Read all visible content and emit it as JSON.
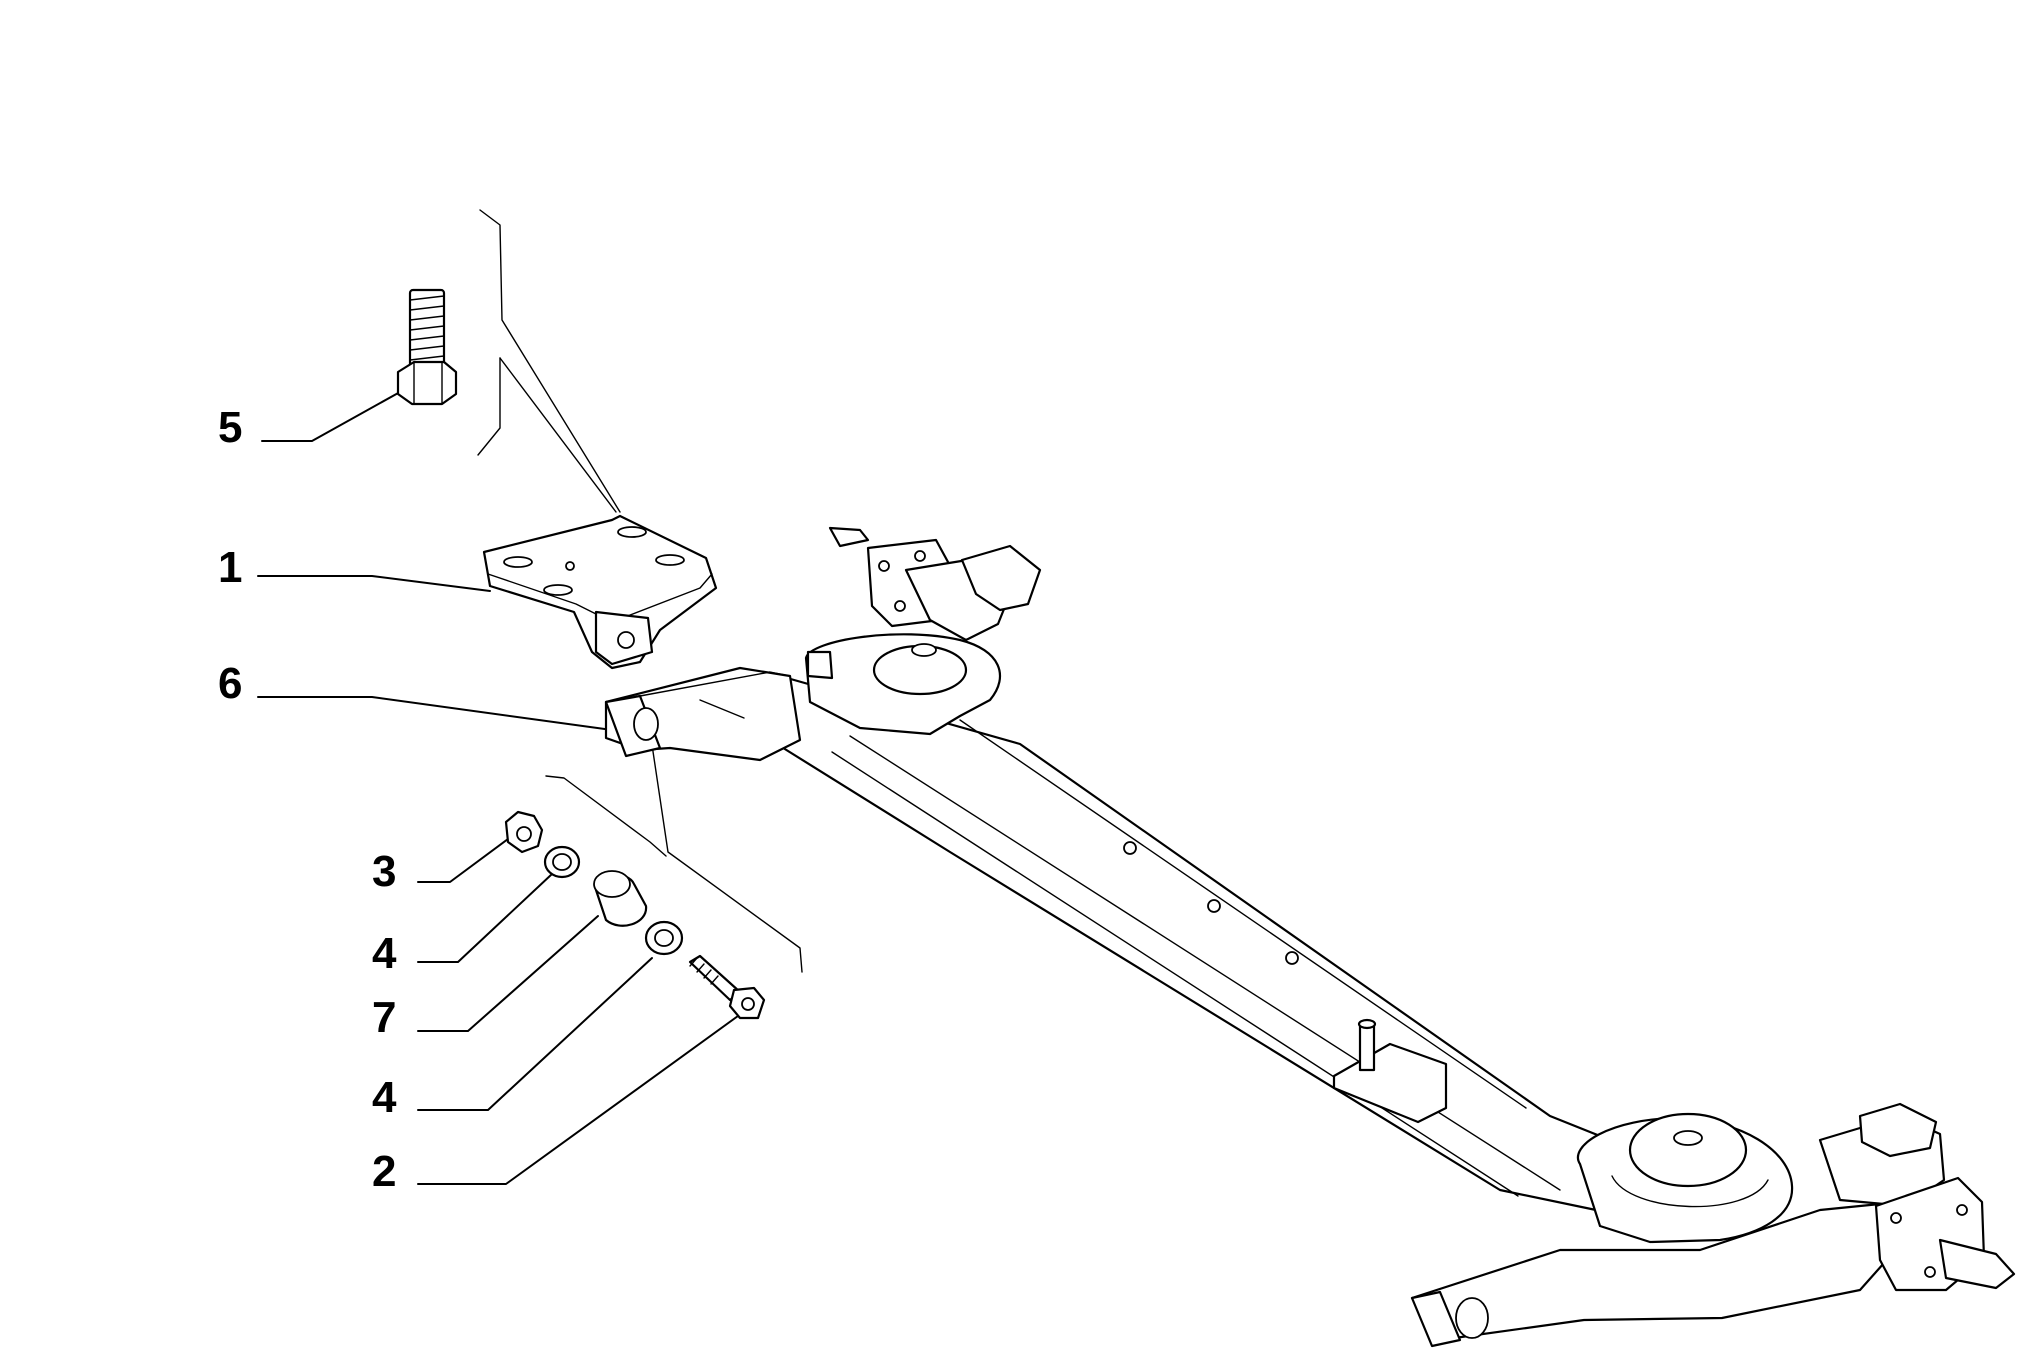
{
  "callouts": [
    {
      "id": "label-5",
      "text": "5"
    },
    {
      "id": "label-1",
      "text": "1"
    },
    {
      "id": "label-6",
      "text": "6"
    },
    {
      "id": "label-3",
      "text": "3"
    },
    {
      "id": "label-4a",
      "text": "4"
    },
    {
      "id": "label-7",
      "text": "7"
    },
    {
      "id": "label-4b",
      "text": "4"
    },
    {
      "id": "label-2",
      "text": "2"
    }
  ]
}
